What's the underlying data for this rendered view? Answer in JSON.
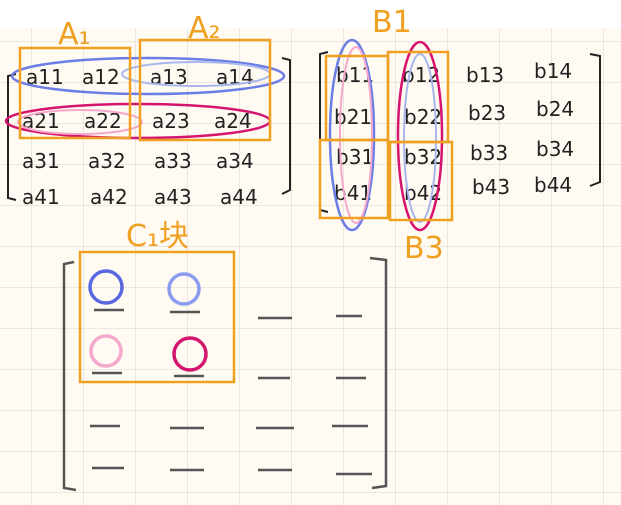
{
  "labels": {
    "a1": "A₁",
    "a2": "A₂",
    "b1": "B1",
    "b3": "B3",
    "c1": "C₁块"
  },
  "matrix_a": [
    [
      "a11",
      "a12",
      "a13",
      "a14"
    ],
    [
      "a21",
      "a22",
      "a23",
      "a24"
    ],
    [
      "a31",
      "a32",
      "a33",
      "a34"
    ],
    [
      "a41",
      "a42",
      "a43",
      "a44"
    ]
  ],
  "matrix_b": [
    [
      "b11",
      "b12",
      "b13",
      "b14"
    ],
    [
      "b21",
      "b22",
      "b23",
      "b24"
    ],
    [
      "b31",
      "b32",
      "b33",
      "b34"
    ],
    [
      "b41",
      "b42",
      "b43",
      "b44"
    ]
  ],
  "matrix_c_dash": "—",
  "colors": {
    "orange": "#f0a020",
    "blue": "#6b7ee6",
    "light_blue": "#a8b8ee",
    "magenta": "#d4146e",
    "pink": "#f4a8cc",
    "ink": "#222222"
  }
}
